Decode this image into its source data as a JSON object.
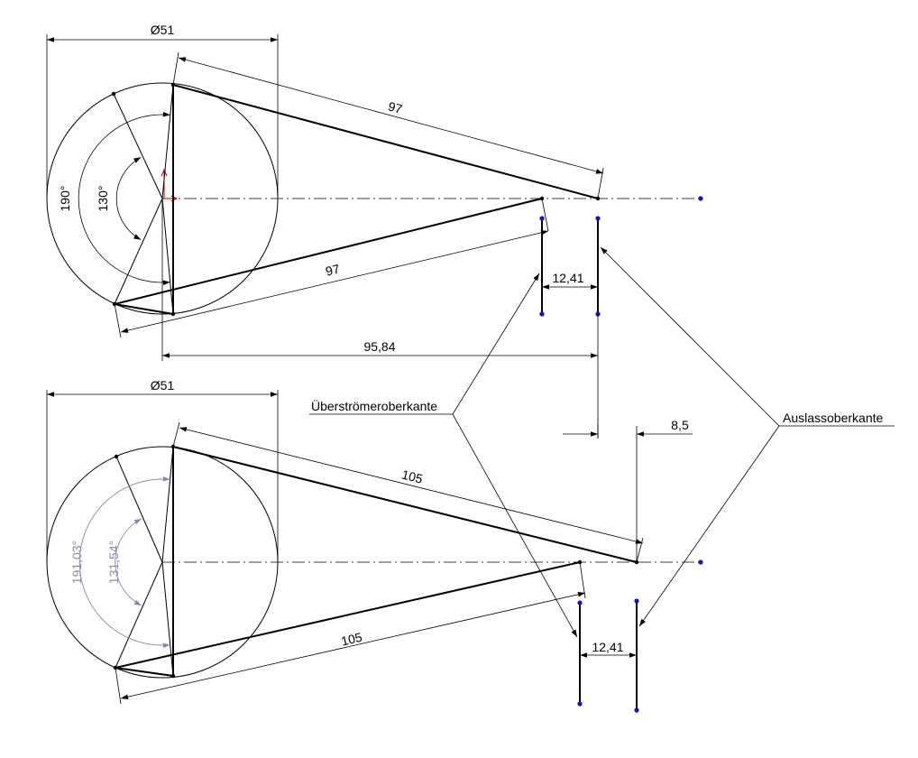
{
  "top": {
    "diameter": "Ø51",
    "rod_upper": "97",
    "rod_lower": "97",
    "angle_outer": "190°",
    "angle_inner": "130°",
    "port_gap": "12,41",
    "distance": "95,84"
  },
  "bottom": {
    "diameter": "Ø51",
    "rod_upper": "105",
    "rod_lower": "105",
    "angle_outer": "191,03°",
    "angle_inner": "131,54°",
    "port_gap": "12,41",
    "offset": "8,5"
  },
  "callouts": {
    "transfer": "Überströmeroberkante",
    "exhaust": "Auslassoberkante"
  },
  "colors": {
    "line": "#000000",
    "point": "#1414b4",
    "reference": "#8a8aa8",
    "origin_marker": "#cc0000"
  }
}
